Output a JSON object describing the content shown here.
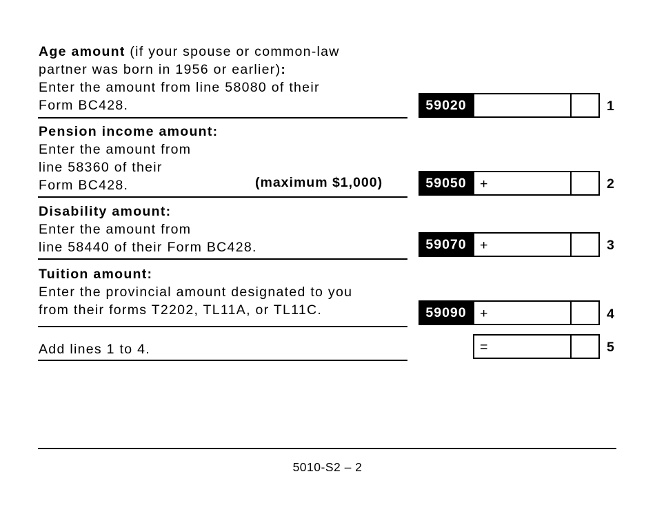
{
  "sections": {
    "age": {
      "title": "Age amount",
      "line1_rest": " (if your spouse or common-law",
      "line2": "partner was born in 1956 or earlier)",
      "colon": ":",
      "line3": "Enter the amount from line 58080 of their",
      "line4": "Form BC428.",
      "code": "59020",
      "operator": "",
      "line_number": "1"
    },
    "pension": {
      "title": "Pension income amount:",
      "line2": "Enter the amount from",
      "line3": "line 58360 of their",
      "line4": "Form BC428.",
      "maximum": "(maximum $1,000)",
      "code": "59050",
      "operator": "+",
      "line_number": "2"
    },
    "disability": {
      "title": "Disability amount:",
      "line2": "Enter the amount from",
      "line3": "line 58440 of their Form BC428.",
      "code": "59070",
      "operator": "+",
      "line_number": "3"
    },
    "tuition": {
      "title": "Tuition amount:",
      "line2": "Enter the provincial amount designated to you",
      "line3": "from their forms T2202, TL11A, or TL11C.",
      "code": "59090",
      "operator": "+",
      "line_number": "4"
    },
    "total": {
      "label": "Add lines 1 to 4.",
      "operator": "=",
      "line_number": "5"
    }
  },
  "footer": {
    "page_label": "5010-S2 – 2"
  }
}
